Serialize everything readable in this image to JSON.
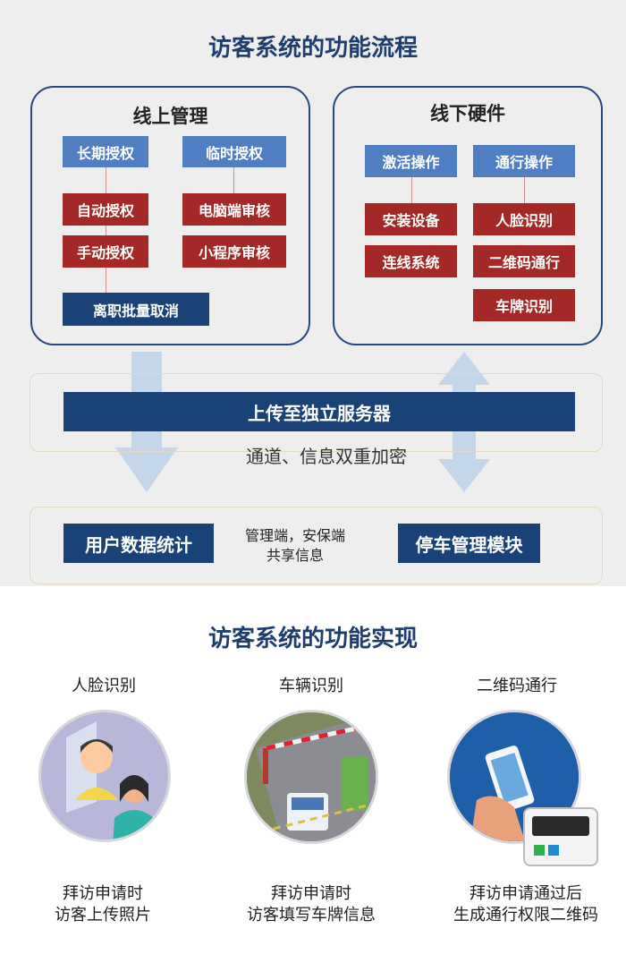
{
  "flow": {
    "title": "访客系统的功能流程",
    "online": {
      "title": "线上管理",
      "long_term": "长期授权",
      "temporary": "临时授权",
      "auto": "自动授权",
      "pc_review": "电脑端审核",
      "manual": "手动授权",
      "mini_review": "小程序审核",
      "bulk_revoke": "离职批量取消"
    },
    "offline": {
      "title": "线下硬件",
      "activate": "激活操作",
      "pass": "通行操作",
      "install": "安装设备",
      "face": "人脸识别",
      "connect": "连线系统",
      "qrcode": "二维码通行",
      "plate": "车牌识别"
    },
    "server": "上传至独立服务器",
    "encryption": "通道、信息双重加密",
    "user_stats": "用户数据统计",
    "share_line1": "管理端，安保端",
    "share_line2": "共享信息",
    "parking": "停车管理模块"
  },
  "features": {
    "title": "访客系统的功能实现",
    "items": [
      {
        "label": "人脸识别",
        "desc1": "拜访申请时",
        "desc2": "访客上传照片"
      },
      {
        "label": "车辆识别",
        "desc1": "拜访申请时",
        "desc2": "访客填写车牌信息"
      },
      {
        "label": "二维码通行",
        "desc1": "拜访申请通过后",
        "desc2": "生成通行权限二维码"
      }
    ]
  },
  "colors": {
    "navy": "#194277",
    "blue": "#4f7ec3",
    "red": "#a32826",
    "title": "#1f3e6d",
    "arrow": "#c5d5ea"
  }
}
